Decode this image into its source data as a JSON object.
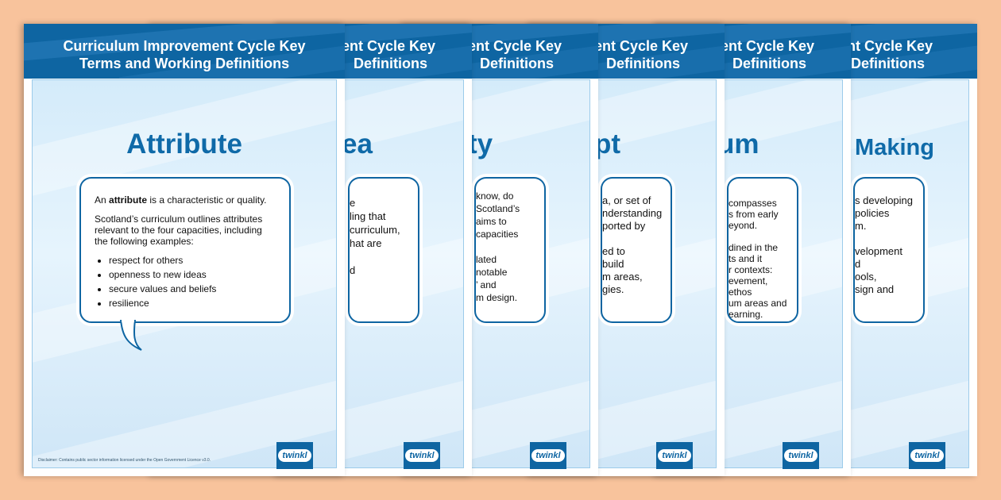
{
  "colors": {
    "background": "#f8c39c",
    "accent": "#0e65a2",
    "term": "#0f6aa8"
  },
  "cards": [
    {
      "title_line1": "Curriculum Improvement Cycle Key",
      "title_line2": "Terms and Working Definitions",
      "term": "Attribute",
      "intro_before": "An ",
      "intro_bold": "attribute",
      "intro_after": " is a characteristic or quality.",
      "lead": "Scotland’s curriculum outlines attributes relevant to the four capacities, including the following examples:",
      "bullets": [
        "respect for others",
        "openness to new ideas",
        "secure values and beliefs",
        "resilience"
      ],
      "disclaimer": "Disclaimer: Contains public sector information licensed under the Open Government Licence v3.0.",
      "logo": "twinkl"
    },
    {
      "title_line1": "ent Cycle Key",
      "title_line2": "Definitions",
      "term": "ea",
      "lines": [
        "e",
        "ling that",
        "curriculum,",
        "hat are",
        "",
        "d"
      ],
      "logo": "twinkl"
    },
    {
      "title_line1": "ent Cycle Key",
      "title_line2": "Definitions",
      "term": "ty",
      "lines": [
        "know, do",
        "Scotland’s",
        "aims to",
        "capacities",
        "",
        "lated",
        "notable",
        "’ and",
        "m design."
      ],
      "logo": "twinkl"
    },
    {
      "title_line1": "ent Cycle Key",
      "title_line2": "Definitions",
      "term": "pt",
      "lines": [
        "a, or set of",
        "nderstanding",
        "ported by",
        "",
        "ed to",
        "build",
        "m areas,",
        "gies."
      ],
      "logo": "twinkl"
    },
    {
      "title_line1": "ent Cycle Key",
      "title_line2": "Definitions",
      "term": "um",
      "lines": [
        "compasses",
        "s from early",
        "eyond.",
        "",
        "dined in the",
        "ts and it",
        "r contexts:",
        "evement, ethos",
        "um areas and",
        "earning."
      ],
      "logo": "twinkl"
    },
    {
      "title_line1": "ent Cycle Key",
      "title_line2": "Definitions",
      "term": "Making",
      "lines": [
        "s developing",
        "policies",
        "m.",
        "",
        "velopment",
        "d",
        "ools,",
        "sign and"
      ],
      "logo": "twinkl"
    }
  ]
}
